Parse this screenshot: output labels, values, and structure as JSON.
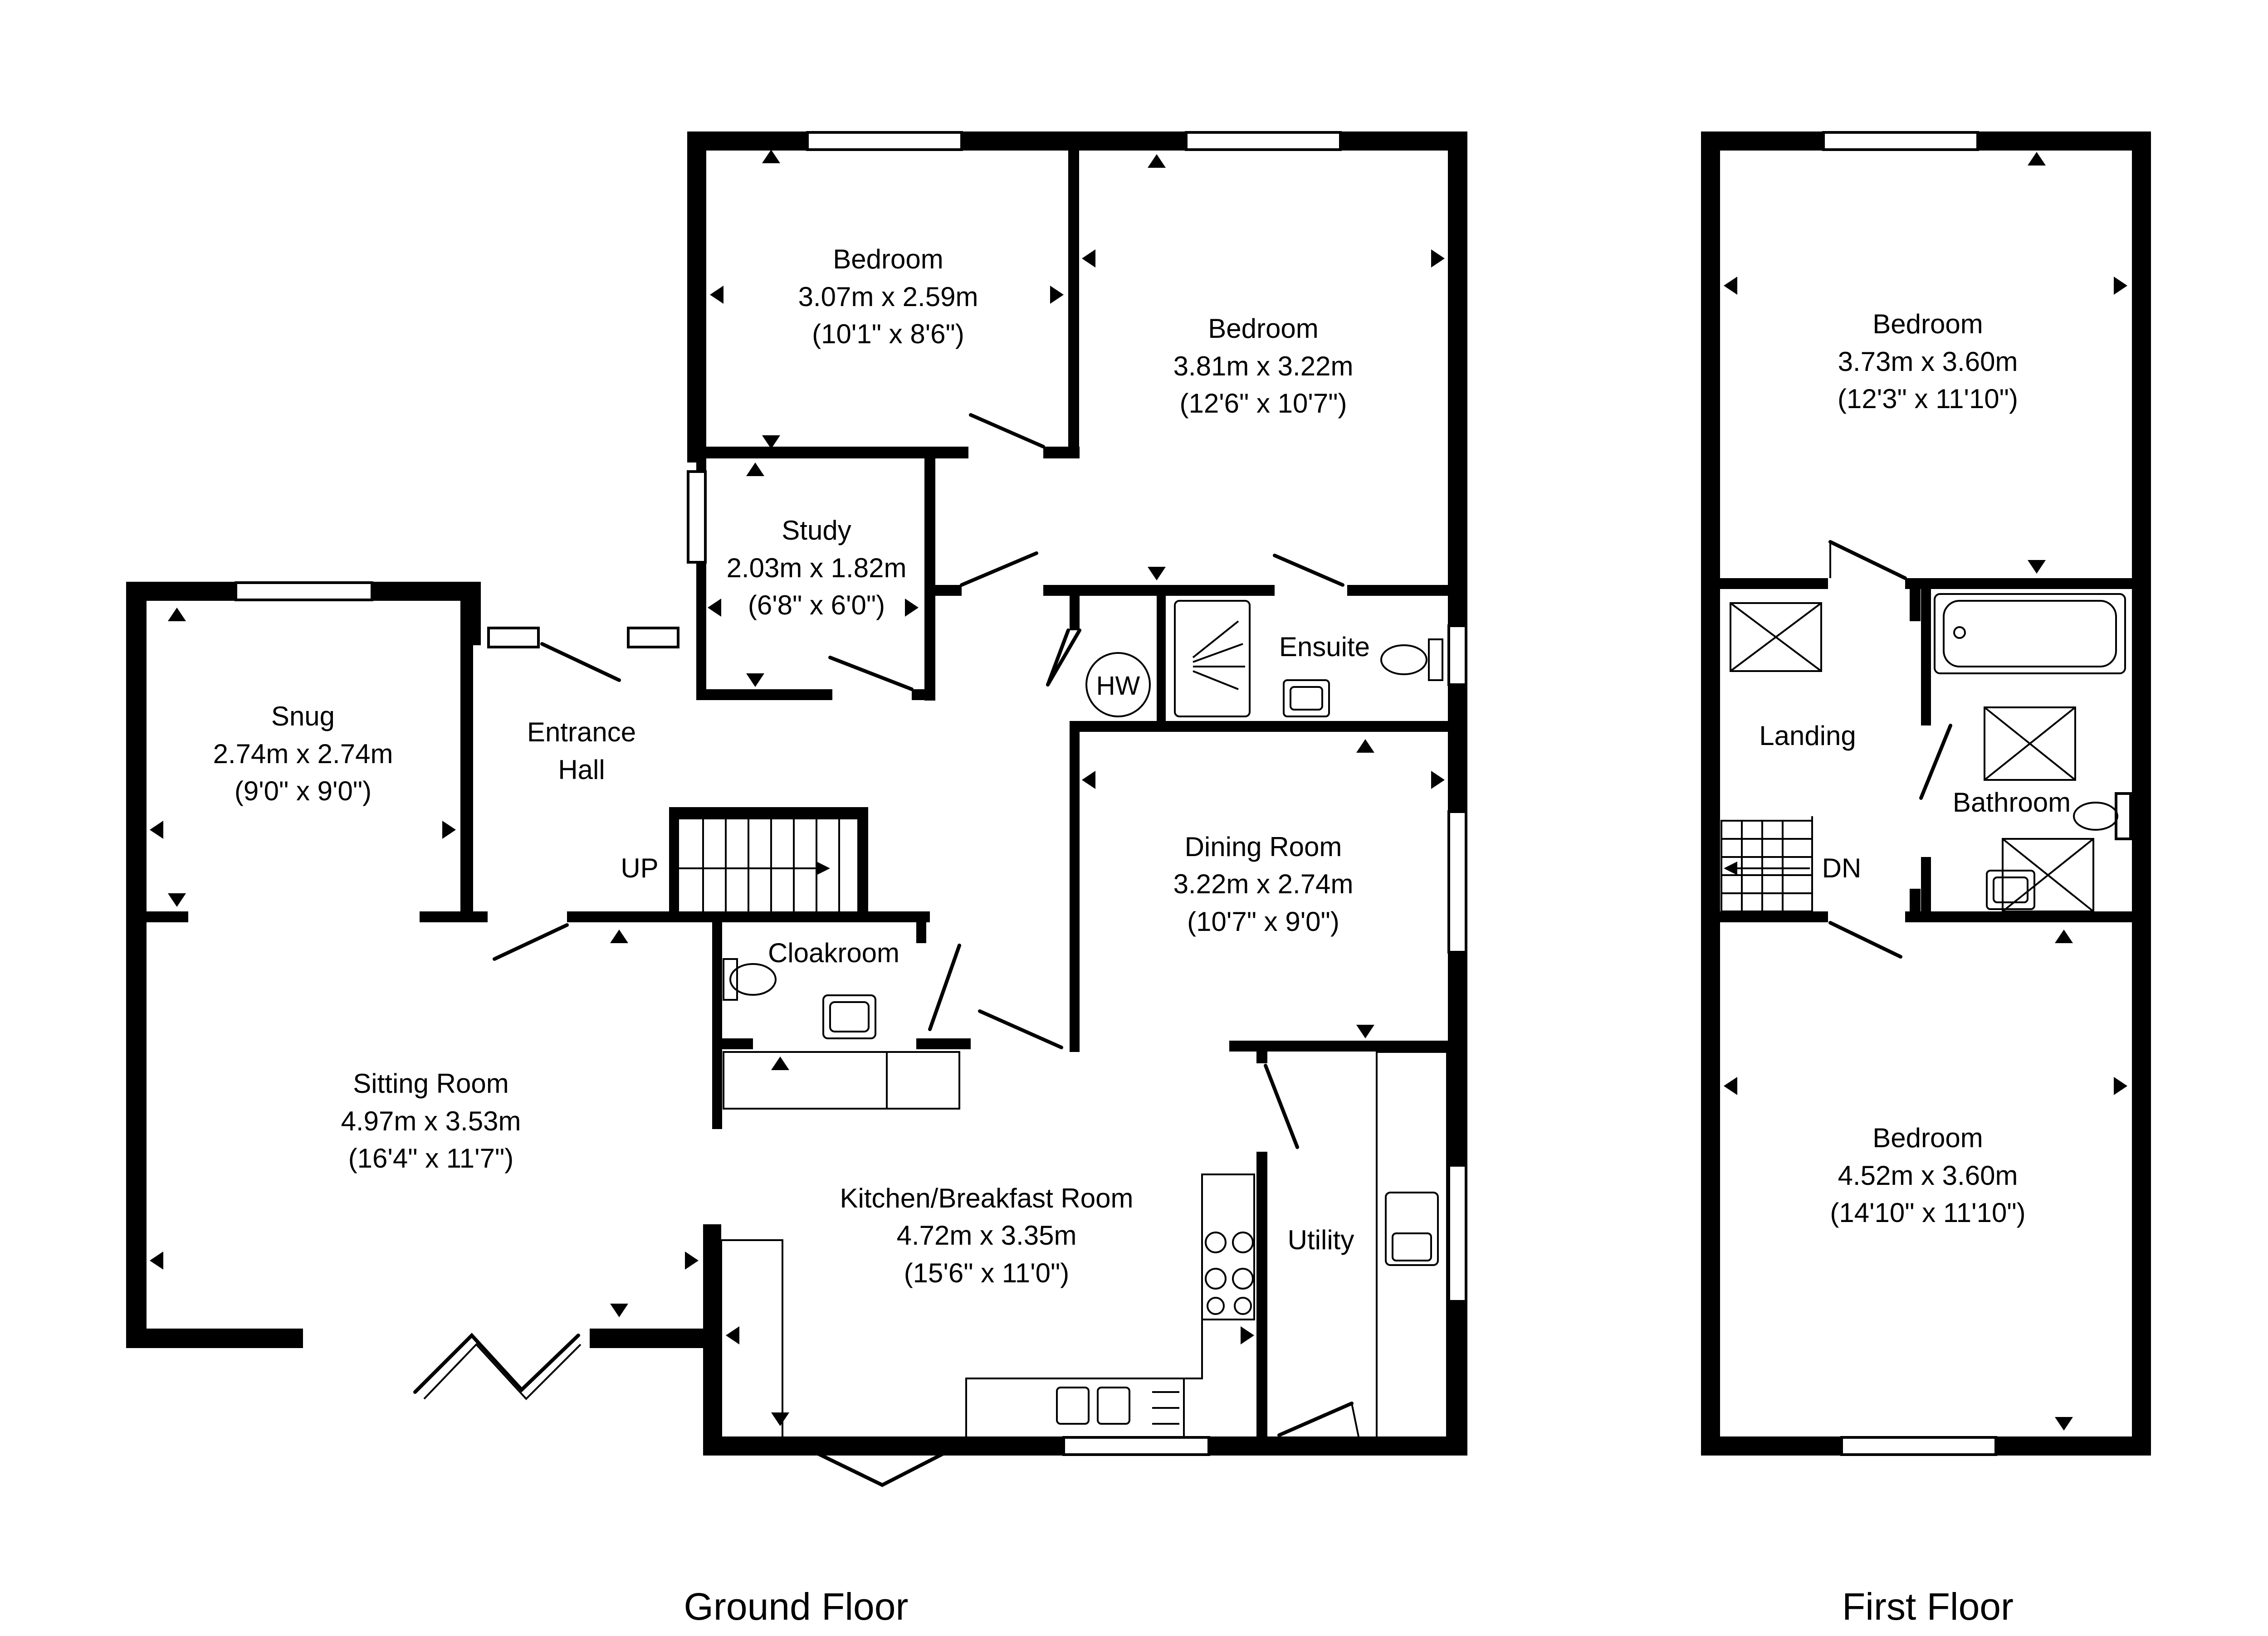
{
  "floors": [
    {
      "id": "ground",
      "label": "Ground Floor",
      "rooms": [
        {
          "id": "bedroom-small",
          "name": "Bedroom",
          "metric": "3.07m x 2.59m",
          "imperial": "(10'1\" x 8'6\")"
        },
        {
          "id": "bedroom-large",
          "name": "Bedroom",
          "metric": "3.81m x 3.22m",
          "imperial": "(12'6\" x 10'7\")"
        },
        {
          "id": "study",
          "name": "Study",
          "metric": "2.03m x 1.82m",
          "imperial": "(6'8\" x 6'0\")"
        },
        {
          "id": "snug",
          "name": "Snug",
          "metric": "2.74m x 2.74m",
          "imperial": "(9'0\" x 9'0\")"
        },
        {
          "id": "entrance-hall",
          "name": "Entrance",
          "name2": "Hall"
        },
        {
          "id": "ensuite",
          "name": "Ensuite"
        },
        {
          "id": "dining-room",
          "name": "Dining Room",
          "metric": "3.22m x 2.74m",
          "imperial": "(10'7\" x 9'0\")"
        },
        {
          "id": "cloakroom",
          "name": "Cloakroom"
        },
        {
          "id": "sitting-room",
          "name": "Sitting Room",
          "metric": "4.97m x 3.53m",
          "imperial": "(16'4\" x 11'7\")"
        },
        {
          "id": "kitchen",
          "name": "Kitchen/Breakfast Room",
          "metric": "4.72m x 3.35m",
          "imperial": "(15'6\" x 11'0\")"
        },
        {
          "id": "utility",
          "name": "Utility"
        }
      ],
      "stairs_label": "UP",
      "hw_label": "HW"
    },
    {
      "id": "first",
      "label": "First Floor",
      "rooms": [
        {
          "id": "bedroom-upper",
          "name": "Bedroom",
          "metric": "3.73m x 3.60m",
          "imperial": "(12'3\" x 11'10\")"
        },
        {
          "id": "landing",
          "name": "Landing"
        },
        {
          "id": "bathroom",
          "name": "Bathroom"
        },
        {
          "id": "bedroom-lower",
          "name": "Bedroom",
          "metric": "4.52m x 3.60m",
          "imperial": "(14'10\" x 11'10\")"
        }
      ],
      "stairs_label": "DN"
    }
  ]
}
